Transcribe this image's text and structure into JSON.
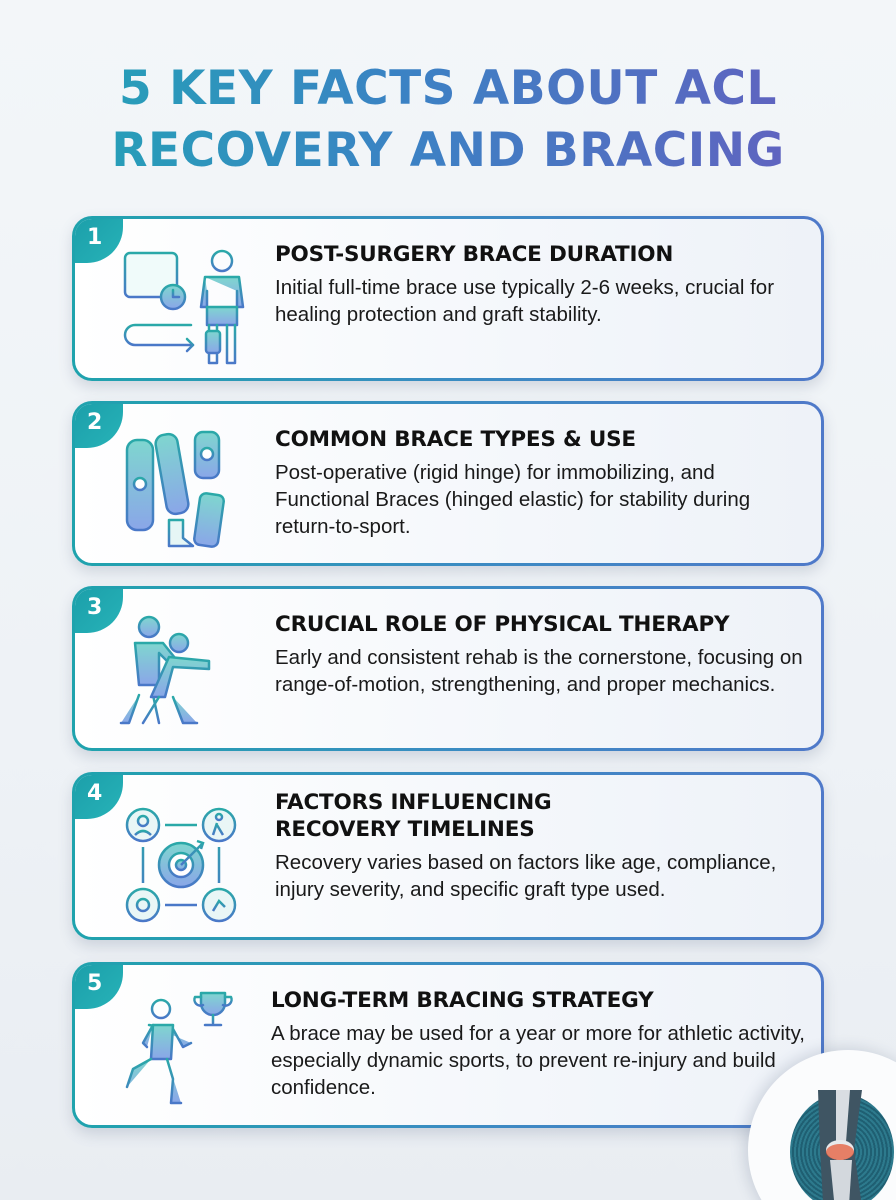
{
  "title": {
    "line1": "5 KEY FACTS ABOUT ACL",
    "line2": "RECOVERY AND BRACING",
    "gradient": [
      "#20a8b4",
      "#3b82c4",
      "#6a5bbf"
    ]
  },
  "colors": {
    "badge": "#1c9faa",
    "border_start": "#1fa3ad",
    "border_end": "#4f79c9",
    "icon_teal": "#2aa9a8",
    "icon_blue": "#4a78c8"
  },
  "facts": [
    {
      "number": "1",
      "icon": "calendar-clock-braced-leg-icon",
      "heading": "POST-SURGERY BRACE DURATION",
      "body": "Initial full-time brace use typically 2-6 weeks, crucial for healing protection and graft stability."
    },
    {
      "number": "2",
      "icon": "knee-brace-types-icon",
      "heading": "COMMON BRACE TYPES & USE",
      "body": "Post-operative (rigid hinge) for immobilizing, and Functional Braces (hinged elastic) for stability during return-to-sport."
    },
    {
      "number": "3",
      "icon": "physical-therapy-icon",
      "heading": "CRUCIAL ROLE OF PHYSICAL THERAPY",
      "body": "Early and consistent rehab is the cornerstone, focusing on range-of-motion, strengthening, and proper mechanics."
    },
    {
      "number": "4",
      "icon": "target-factors-icon",
      "heading_line1": "FACTORS INFLUENCING",
      "heading_line2": "RECOVERY TIMELINES",
      "body": "Recovery varies based on factors like age, compliance, injury severity, and specific graft type used."
    },
    {
      "number": "5",
      "icon": "runner-trophy-icon",
      "heading": "LONG-TERM BRACING STRATEGY",
      "body": "A brace may be used for a year or more for athletic activity, especially dynamic sports, to prevent re-injury and build confidence."
    }
  ],
  "corner_image": "knee-joint-illustration"
}
